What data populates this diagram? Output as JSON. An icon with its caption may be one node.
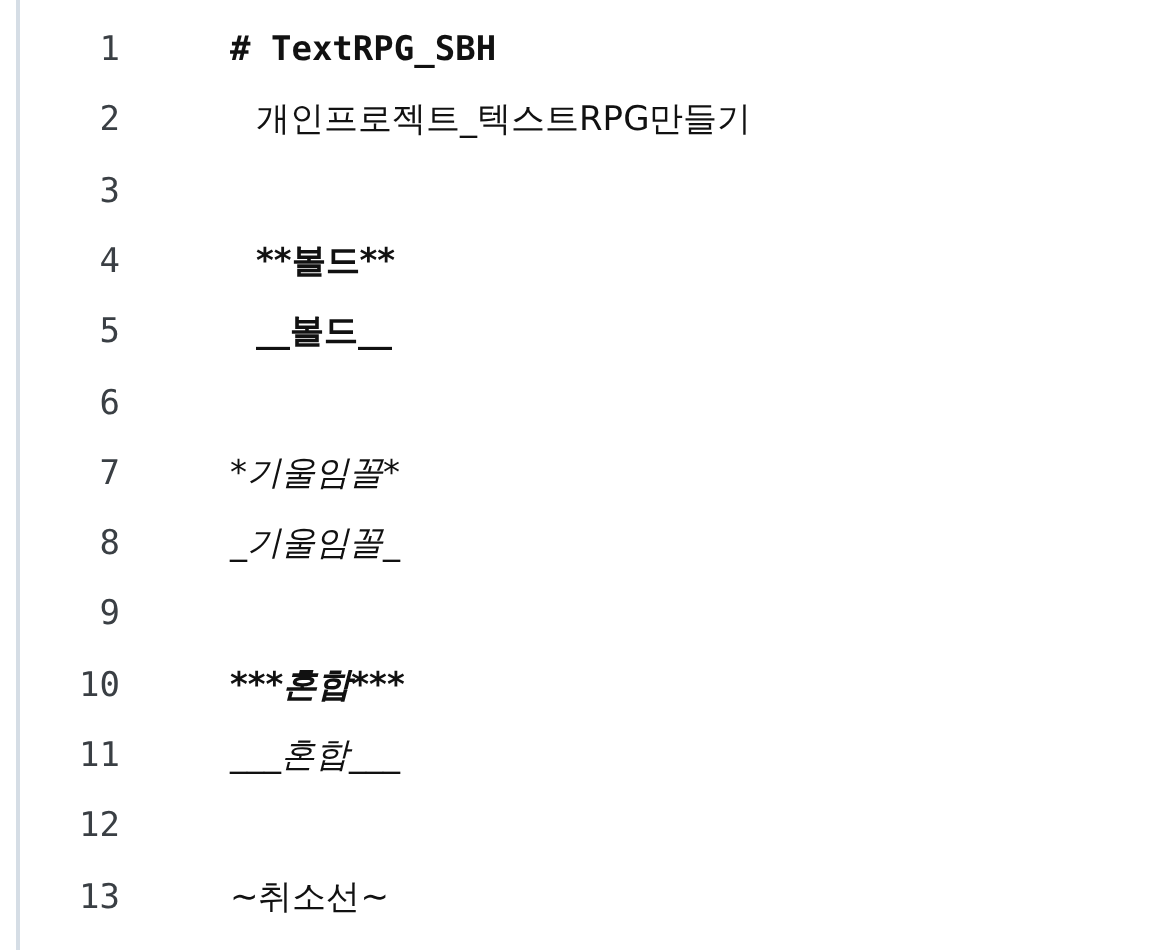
{
  "diagram": {
    "labels": [
      "1",
      "# TextRPG_SBH",
      "2",
      "개인프로젝트_텍스트RPG만들기",
      "3",
      "4",
      "**볼드**",
      "5",
      "__볼드__",
      "6",
      "7",
      "*기울임꼴*",
      "8",
      "_기울임꼴_",
      "9",
      "10",
      "***혼합***",
      "11",
      "___혼합___",
      "12",
      "13",
      "~취소선~"
    ]
  }
}
